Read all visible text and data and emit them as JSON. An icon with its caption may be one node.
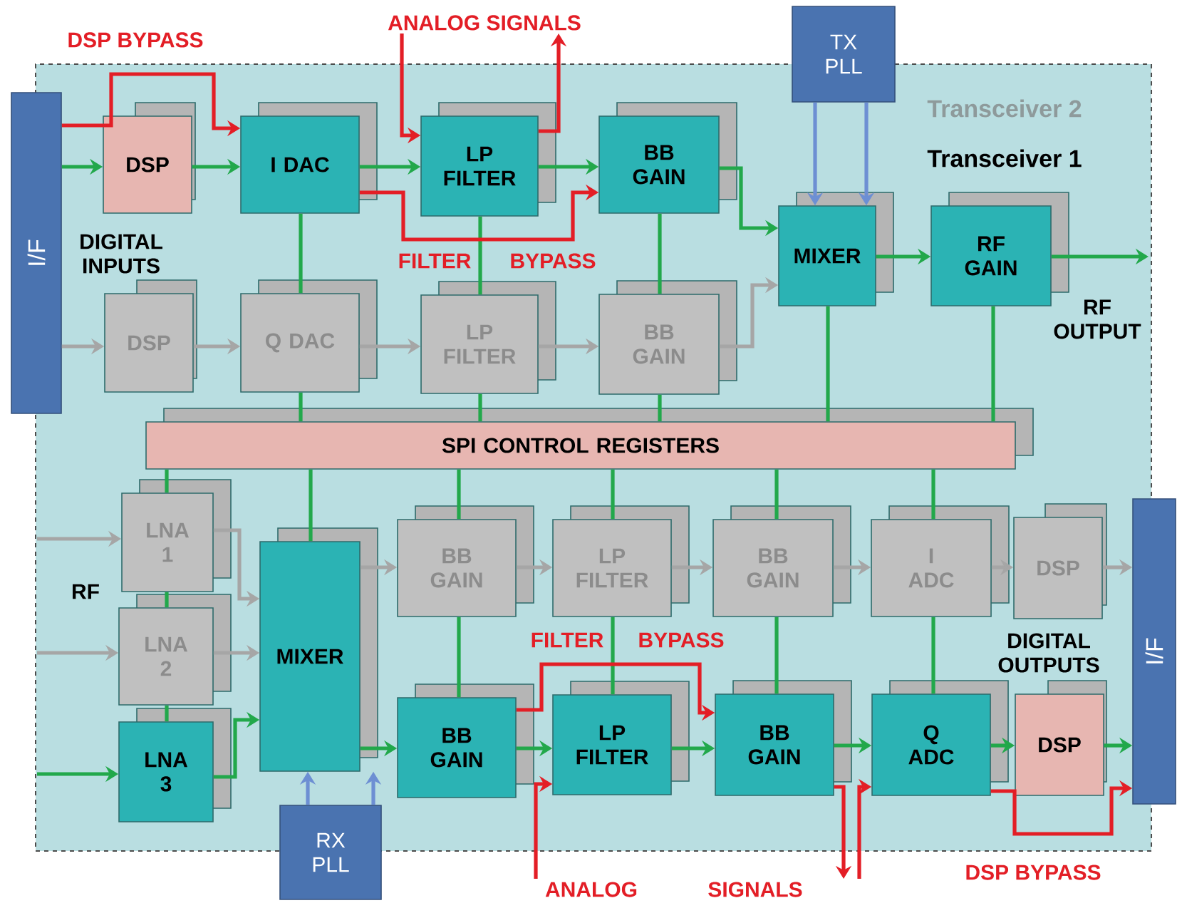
{
  "diagram": {
    "nodes": [
      {
        "text": [
          "Transceiver 2",
          "Transceiver 1"
        ]
      },
      {
        "text": [
          "I/F"
        ]
      },
      {
        "text": [
          "DSP"
        ],
        "in": 0
      },
      {
        "text": [
          "I DAC"
        ],
        "in": 0
      },
      {
        "text": [
          "LP FILTER"
        ],
        "in": 0
      },
      {
        "text": [
          "BB GAIN"
        ],
        "in": 0
      },
      {
        "text": [
          "TX PLL"
        ]
      },
      {
        "text": [
          "MIXER"
        ],
        "in": 0
      },
      {
        "text": [
          "RF GAIN"
        ],
        "in": 0
      },
      {
        "text": [
          "DSP"
        ],
        "in": 0
      },
      {
        "text": [
          "Q DAC"
        ],
        "in": 0
      },
      {
        "text": [
          "LP FILTER"
        ],
        "in": 0
      },
      {
        "text": [
          "BB GAIN"
        ],
        "in": 0
      },
      {
        "text": [
          "SPI CONTROL REGISTERS"
        ],
        "in": 0
      },
      {
        "text": [
          "LNA 1"
        ],
        "in": 0
      },
      {
        "text": [
          "LNA 2"
        ],
        "in": 0
      },
      {
        "text": [
          "LNA 3"
        ],
        "in": 0
      },
      {
        "text": [
          "MIXER"
        ],
        "in": 0
      },
      {
        "text": [
          "BB GAIN"
        ],
        "in": 0
      },
      {
        "text": [
          "LP FILTER"
        ],
        "in": 0
      },
      {
        "text": [
          "BB GAIN"
        ],
        "in": 0
      },
      {
        "text": [
          "I ADC"
        ],
        "in": 0
      },
      {
        "text": [
          "DSP"
        ],
        "in": 0
      },
      {
        "text": [
          "BB GAIN"
        ],
        "in": 0
      },
      {
        "text": [
          "LP FILTER"
        ],
        "in": 0
      },
      {
        "text": [
          "BB GAIN"
        ],
        "in": 0
      },
      {
        "text": [
          "Q ADC"
        ],
        "in": 0
      },
      {
        "text": [
          "DSP"
        ],
        "in": 0
      },
      {
        "text": [
          "I/F"
        ]
      },
      {
        "text": [
          "RX PLL"
        ]
      },
      {
        "text": [
          "ANALOG SIGNALS"
        ]
      },
      {
        "text": [
          "ANALOG"
        ]
      },
      {
        "text": [
          "SIGNALS"
        ]
      }
    ],
    "edges": [
      {
        "from": 1,
        "to": 2,
        "arrow": "to"
      },
      {
        "from": 2,
        "to": 3,
        "arrow": "to"
      },
      {
        "from": 3,
        "to": 4,
        "arrow": "to"
      },
      {
        "from": 4,
        "to": 5,
        "arrow": "to"
      },
      {
        "from": 5,
        "to": 7,
        "arrow": "to"
      },
      {
        "from": 7,
        "to": 8,
        "arrow": "to"
      },
      {
        "from": 8,
        "to": null,
        "arrow": "to"
      },
      {
        "from": 1,
        "to": 9,
        "arrow": "to",
        "color": "#a6a6a6"
      },
      {
        "from": 9,
        "to": 10,
        "arrow": "to",
        "color": "#a6a6a6"
      },
      {
        "from": 10,
        "to": 11,
        "arrow": "to",
        "color": "#a6a6a6"
      },
      {
        "from": 11,
        "to": 12,
        "arrow": "to",
        "color": "#a6a6a6"
      },
      {
        "from": 12,
        "to": 7,
        "arrow": "to",
        "color": "#a6a6a6"
      },
      {
        "from": 3,
        "to": 10,
        "arrow": "none"
      },
      {
        "from": 10,
        "to": 13,
        "arrow": "none"
      },
      {
        "from": 4,
        "to": 11,
        "arrow": "none"
      },
      {
        "from": 11,
        "to": 13,
        "arrow": "none"
      },
      {
        "from": 5,
        "to": 12,
        "arrow": "none"
      },
      {
        "from": 12,
        "to": 13,
        "arrow": "none"
      },
      {
        "from": 7,
        "to": 13,
        "arrow": "none"
      },
      {
        "from": 8,
        "to": 13,
        "arrow": "none"
      },
      {
        "from": 1,
        "to": 3,
        "arrow": "to",
        "color": "#e31e26"
      },
      {
        "from": 30,
        "to": 4,
        "arrow": "to",
        "color": "#e31e26"
      },
      {
        "from": 4,
        "to": 30,
        "arrow": "to",
        "color": "#e31e26"
      },
      {
        "from": 3,
        "to": 5,
        "arrow": "to",
        "color": "#e31e26"
      },
      {
        "from": 6,
        "to": 7,
        "arrow": "to",
        "color": "#6d8fd3"
      },
      {
        "from": 6,
        "to": 7,
        "arrow": "to",
        "color": "#6d8fd3"
      },
      {
        "from": null,
        "to": 16,
        "arrow": "to"
      },
      {
        "from": null,
        "to": 14,
        "arrow": "to",
        "color": "#a6a6a6"
      },
      {
        "from": null,
        "to": 15,
        "arrow": "to",
        "color": "#a6a6a6"
      },
      {
        "from": 14,
        "to": 17,
        "arrow": "to",
        "color": "#a6a6a6"
      },
      {
        "from": 15,
        "to": 17,
        "arrow": "to",
        "color": "#a6a6a6"
      },
      {
        "from": 16,
        "to": 17,
        "arrow": "to"
      },
      {
        "from": 17,
        "to": 23,
        "arrow": "to"
      },
      {
        "from": 17,
        "to": 18,
        "arrow": "to",
        "color": "#a6a6a6"
      },
      {
        "from": 18,
        "to": 19,
        "arrow": "to",
        "color": "#a6a6a6"
      },
      {
        "from": 19,
        "to": 20,
        "arrow": "to",
        "color": "#a6a6a6"
      },
      {
        "from": 20,
        "to": 21,
        "arrow": "to",
        "color": "#a6a6a6"
      },
      {
        "from": 21,
        "to": 22,
        "arrow": "to",
        "color": "#a6a6a6"
      },
      {
        "from": 22,
        "to": 28,
        "arrow": "to",
        "color": "#a6a6a6"
      },
      {
        "from": 23,
        "to": 24,
        "arrow": "to"
      },
      {
        "from": 24,
        "to": 25,
        "arrow": "to"
      },
      {
        "from": 25,
        "to": 26,
        "arrow": "to"
      },
      {
        "from": 26,
        "to": 27,
        "arrow": "to"
      },
      {
        "from": 27,
        "to": 28,
        "arrow": "to"
      },
      {
        "from": 13,
        "to": 14,
        "arrow": "none"
      },
      {
        "from": 14,
        "to": 15,
        "arrow": "none"
      },
      {
        "from": 15,
        "to": 16,
        "arrow": "none"
      },
      {
        "from": 13,
        "to": 17,
        "arrow": "none"
      },
      {
        "from": 13,
        "to": 18,
        "arrow": "none"
      },
      {
        "from": 18,
        "to": 23,
        "arrow": "none"
      },
      {
        "from": 13,
        "to": 19,
        "arrow": "none"
      },
      {
        "from": 19,
        "to": 24,
        "arrow": "none"
      },
      {
        "from": 13,
        "to": 20,
        "arrow": "none"
      },
      {
        "from": 20,
        "to": 25,
        "arrow": "none"
      },
      {
        "from": 13,
        "to": 21,
        "arrow": "none"
      },
      {
        "from": 21,
        "to": 26,
        "arrow": "none"
      },
      {
        "from": 23,
        "to": 25,
        "arrow": "to",
        "color": "#e31e26"
      },
      {
        "from": 31,
        "to": 24,
        "arrow": "to",
        "color": "#e31e26"
      },
      {
        "from": 25,
        "to": 32,
        "arrow": "to",
        "color": "#e31e26"
      },
      {
        "from": 32,
        "to": 26,
        "arrow": "to",
        "color": "#e31e26"
      },
      {
        "from": 26,
        "to": 28,
        "arrow": "to",
        "color": "#e31e26"
      },
      {
        "from": 29,
        "to": 17,
        "arrow": "to",
        "color": "#6d8fd3"
      },
      {
        "from": 29,
        "to": 17,
        "arrow": "to",
        "color": "#6d8fd3"
      }
    ],
    "labels": [
      "DSP BYPASS",
      "DIGITAL INPUTS",
      "FILTER",
      "BYPASS",
      "RF OUTPUT",
      "RF",
      "FILTER",
      "BYPASS",
      "DIGITAL OUTPUTS",
      "DSP BYPASS"
    ]
  }
}
